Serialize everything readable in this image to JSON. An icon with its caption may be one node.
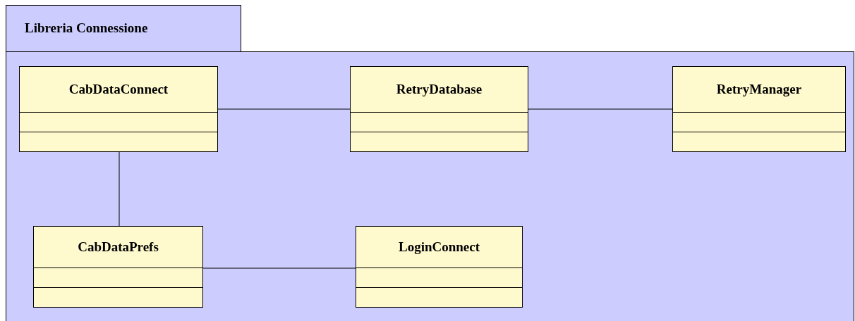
{
  "diagram": {
    "nodes": [
      {
        "text": [
          "Libreria Connessione"
        ]
      },
      {
        "text": [
          "CabDataConnect"
        ],
        "in": 0
      },
      {
        "text": [
          "RetryDatabase"
        ],
        "in": 0
      },
      {
        "text": [
          "RetryManager"
        ],
        "in": 0
      },
      {
        "text": [
          "CabDataPrefs"
        ],
        "in": 0
      },
      {
        "text": [
          "LoginConnect"
        ],
        "in": 0
      }
    ],
    "edges": [
      {
        "from": 1,
        "to": 2,
        "arrow": "none"
      },
      {
        "from": 2,
        "to": 3,
        "arrow": "none"
      },
      {
        "from": 1,
        "to": 4,
        "arrow": "none"
      },
      {
        "from": 4,
        "to": 5,
        "arrow": "none"
      }
    ]
  }
}
